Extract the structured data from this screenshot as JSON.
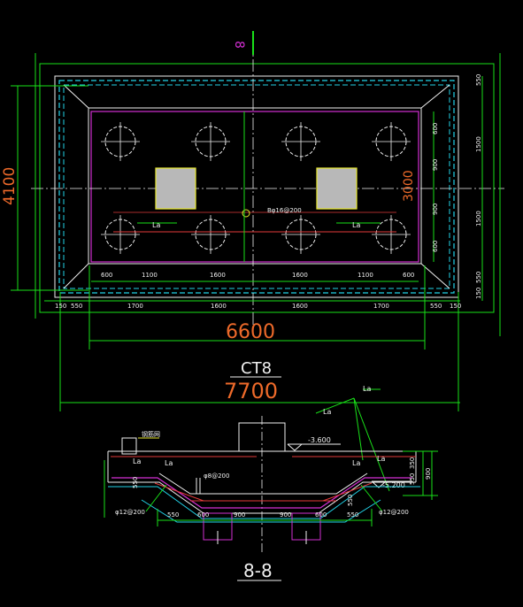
{
  "colors": {
    "background": "#000000",
    "green": "#19e019",
    "white": "#f0f0f0",
    "cyan": "#22d3e8",
    "magenta": "#d22fd2",
    "red": "#e23a3a",
    "orange": "#ee6a2a",
    "yellow": "#eaea30",
    "gray_fill": "#b8b8b8"
  },
  "plan": {
    "section_marker": "8",
    "width_label": "6600",
    "height_label": "4100",
    "inner_width_label": "3000",
    "title": "CT8",
    "overall_label": "7700",
    "rebar_note": "Bφ16@200",
    "la_label": "La",
    "top_dims": [
      "600",
      "1100",
      "1600",
      "1600",
      "1100",
      "600"
    ],
    "bottom_dims": [
      "150",
      "550",
      "1700",
      "1600",
      "1600",
      "1700",
      "550",
      "150"
    ],
    "right_inner_dims": [
      "600",
      "900",
      "900",
      "600"
    ],
    "right_outer_dims": [
      "550",
      "1500",
      "1500",
      "550",
      "150"
    ]
  },
  "section": {
    "title": "8-8",
    "la_label": "La",
    "elev_top": "-3.600",
    "elev_bottom": "-5.200",
    "left_note": "φ12@200",
    "right_note": "φ12@200",
    "mid_note": "φ8@200",
    "top_note": "钢筋网",
    "depth_left": "550",
    "depth_right": "550",
    "right_dims": [
      "550",
      "350",
      "900"
    ],
    "bottom_dims": [
      "550",
      "600",
      "900",
      "900",
      "600",
      "550"
    ]
  }
}
